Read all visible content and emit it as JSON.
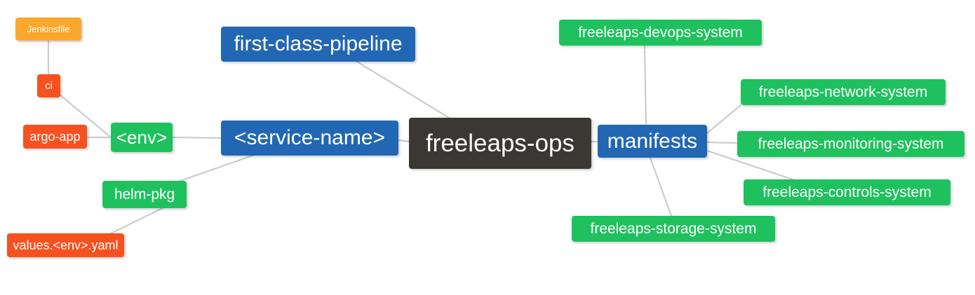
{
  "diagram": {
    "type": "mindmap",
    "title": "freeleaps-ops",
    "background_color": "#ffffff",
    "edge_color": "#cccccc",
    "palette": {
      "root": "#3b3733",
      "blue": "#2167b4",
      "green": "#1fc15e",
      "amber": "#fba72c",
      "red": "#f6511e"
    }
  },
  "nodes": {
    "root": {
      "label": "freeleaps-ops",
      "color": "#3b3733"
    },
    "first_class_pipeline": {
      "label": "first-class-pipeline",
      "color": "#2167b4"
    },
    "service_name": {
      "label": "<service-name>",
      "color": "#2167b4"
    },
    "env": {
      "label": "<env>",
      "color": "#1fc15e"
    },
    "ci": {
      "label": "ci",
      "color": "#f6511e"
    },
    "jenkinsfile": {
      "label": "Jenkinsfile",
      "color": "#fba72c"
    },
    "argo_app": {
      "label": "argo-app",
      "color": "#f6511e"
    },
    "helm_pkg": {
      "label": "helm-pkg",
      "color": "#1fc15e"
    },
    "values_yaml": {
      "label": "values.<env>.yaml",
      "color": "#f6511e"
    },
    "manifests": {
      "label": "manifests",
      "color": "#2167b4"
    },
    "devops_system": {
      "label": "freeleaps-devops-system",
      "color": "#1fc15e"
    },
    "network_system": {
      "label": "freeleaps-network-system",
      "color": "#1fc15e"
    },
    "monitoring_system": {
      "label": "freeleaps-monitoring-system",
      "color": "#1fc15e"
    },
    "controls_system": {
      "label": "freeleaps-controls-system",
      "color": "#1fc15e"
    },
    "storage_system": {
      "label": "freeleaps-storage-system",
      "color": "#1fc15e"
    }
  },
  "edges": [
    {
      "from": "root",
      "to": "first_class_pipeline"
    },
    {
      "from": "root",
      "to": "service_name"
    },
    {
      "from": "root",
      "to": "manifests"
    },
    {
      "from": "service_name",
      "to": "env"
    },
    {
      "from": "service_name",
      "to": "helm_pkg"
    },
    {
      "from": "env",
      "to": "ci"
    },
    {
      "from": "env",
      "to": "argo_app"
    },
    {
      "from": "ci",
      "to": "jenkinsfile"
    },
    {
      "from": "helm_pkg",
      "to": "values_yaml"
    },
    {
      "from": "manifests",
      "to": "devops_system"
    },
    {
      "from": "manifests",
      "to": "network_system"
    },
    {
      "from": "manifests",
      "to": "monitoring_system"
    },
    {
      "from": "manifests",
      "to": "controls_system"
    },
    {
      "from": "manifests",
      "to": "storage_system"
    }
  ]
}
